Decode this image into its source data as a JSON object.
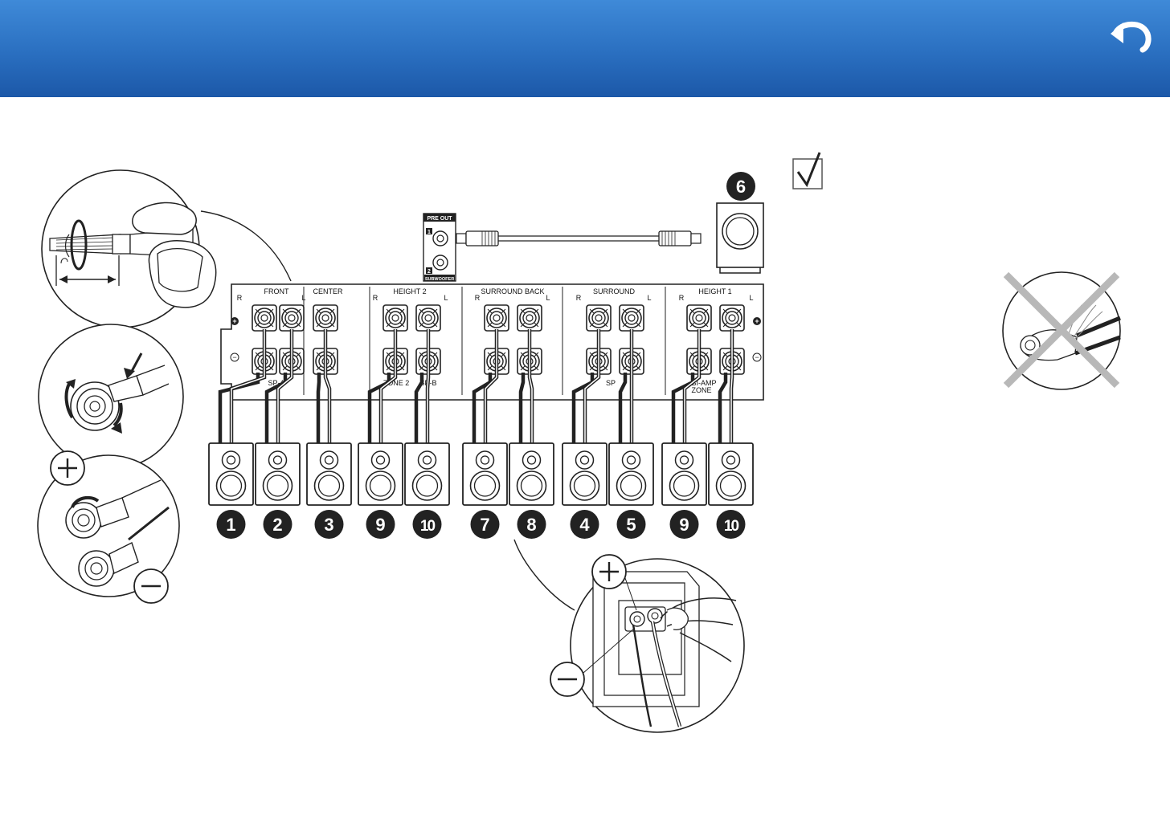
{
  "panel": {
    "groups": [
      {
        "label": "FRONT",
        "r": "R",
        "l": "L"
      },
      {
        "label": "CENTER"
      },
      {
        "label": "HEIGHT 2",
        "r": "R",
        "l": "L"
      },
      {
        "label": "SURROUND BACK",
        "r": "R",
        "l": "L"
      },
      {
        "label": "SURROUND",
        "r": "R",
        "l": "L"
      },
      {
        "label": "HEIGHT 1",
        "r": "R",
        "l": "L"
      }
    ],
    "bottom_labels": {
      "sp_a": "SP-A",
      "zone2": "ZONE 2",
      "sp_b": "SP-B",
      "sp_surround": "SP",
      "bi_amp": "BI-AMP",
      "zone": "ZONE"
    },
    "plus_symbol": "+",
    "minus_symbol": "−"
  },
  "preout": {
    "title": "PRE OUT",
    "ch1": "1",
    "ch2": "2",
    "sub_label": "SUBWOOFER"
  },
  "subwoofer_number": "6",
  "speaker_numbers": [
    "1",
    "2",
    "3",
    "9",
    "10",
    "7",
    "8",
    "4",
    "5",
    "9",
    "10"
  ],
  "symbols": {
    "plus": "+",
    "minus": "−",
    "check": "✓"
  },
  "icons": [
    "back-arrow-icon",
    "checkbox-icon",
    "cross-mark-icon"
  ],
  "colors": {
    "header_top": "#3f8ad8",
    "header_bottom": "#1c58a8",
    "line": "#222222",
    "cross": "#b8b8b8"
  }
}
